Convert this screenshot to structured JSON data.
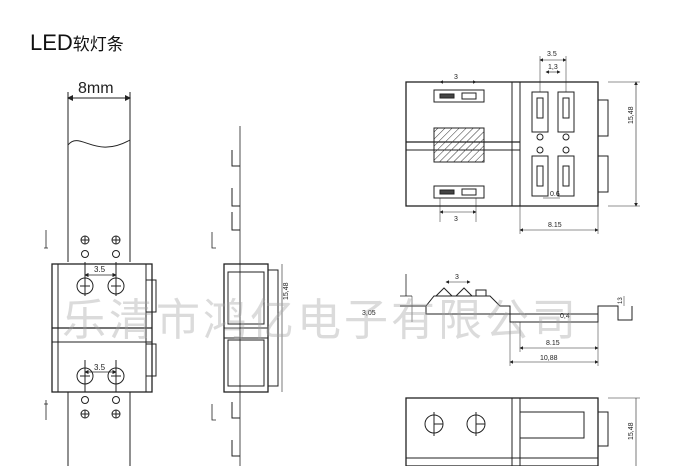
{
  "title": {
    "led": "LED",
    "chinese": "软灯条"
  },
  "watermark": "乐清市鸿亿电子有限公司",
  "dims": {
    "width_8mm": "8mm",
    "pitch_3_5": "3.5",
    "height_15_48": "15,48",
    "top_3_5": "3.5",
    "top_1_3": "1,3",
    "slot_3": "3",
    "gap_0_6": "0.6",
    "width_8_15": "8.15",
    "side_3": "3",
    "side_3_05": "3,05",
    "side_0_4": "0,4",
    "side_8_15": "8.15",
    "side_10_88": "10,88",
    "side_13": "13"
  }
}
